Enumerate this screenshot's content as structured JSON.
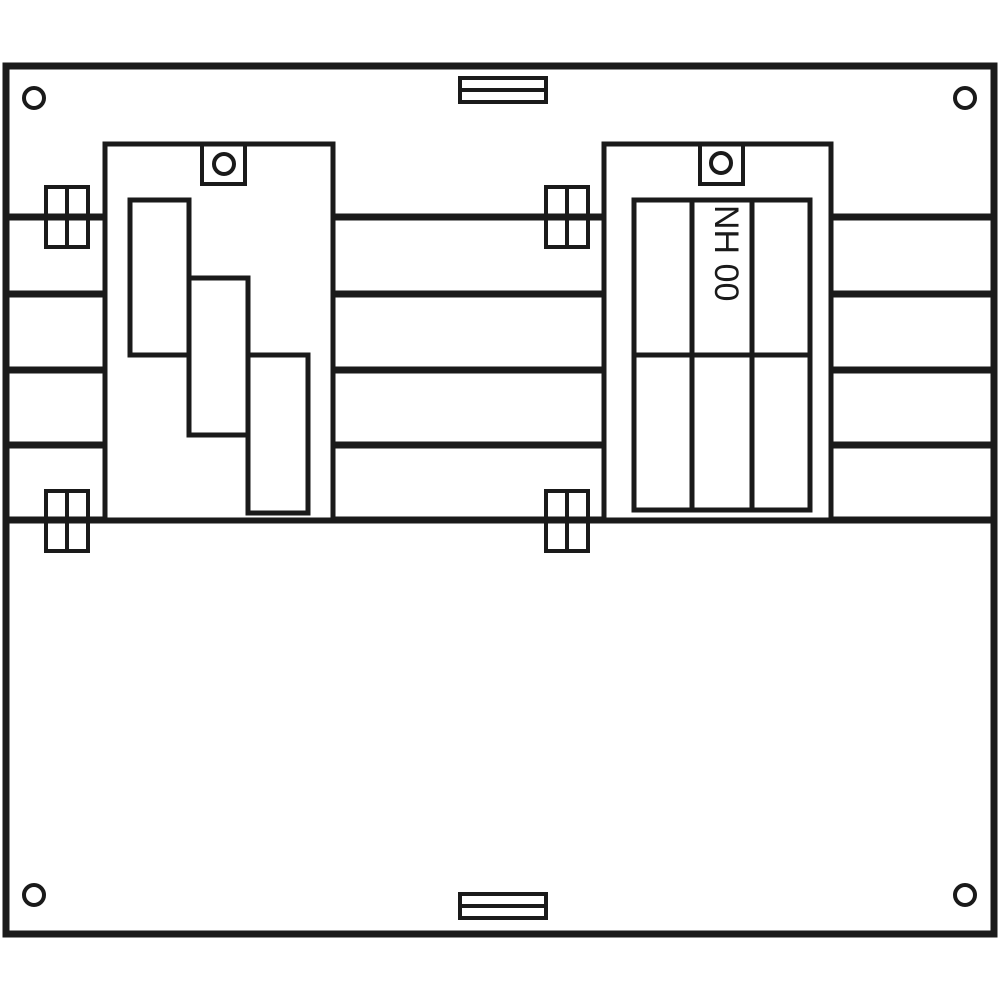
{
  "diagram": {
    "type": "switchboard-mounting-plate",
    "colors": {
      "line": "#1a1a1a",
      "background": "#ffffff"
    },
    "components": {
      "left_module": {
        "kind": "fuse-switch-disconnector (offset three-pole)"
      },
      "right_module": {
        "kind": "NH fuse base",
        "label": "NH 00"
      }
    },
    "labels": {
      "nh_size": "NH 00"
    },
    "busbars": {
      "count": 5
    }
  }
}
